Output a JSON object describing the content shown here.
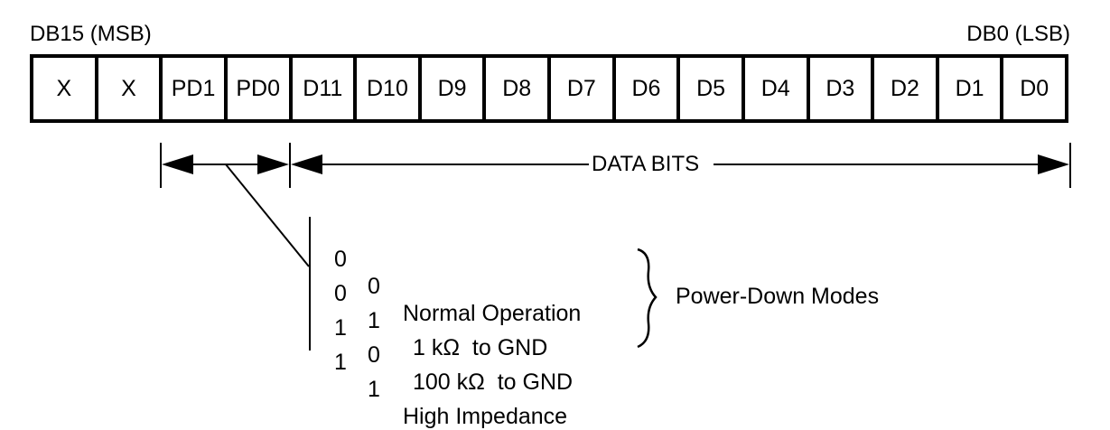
{
  "msb_label": "DB15 (MSB)",
  "lsb_label": "DB0 (LSB)",
  "bits": [
    "X",
    "X",
    "PD1",
    "PD0",
    "D11",
    "D10",
    "D9",
    "D8",
    "D7",
    "D6",
    "D5",
    "D4",
    "D3",
    "D2",
    "D1",
    "D0"
  ],
  "data_bits_label": "DATA BITS",
  "modes": [
    {
      "b1": "0",
      "b0": "0",
      "desc": "Normal Operation"
    },
    {
      "b1": "0",
      "b0": "1",
      "desc": "1 kΩ  to GND"
    },
    {
      "b1": "1",
      "b0": "0",
      "desc": "100 kΩ  to GND"
    },
    {
      "b1": "1",
      "b0": "1",
      "desc": "High Impedance"
    }
  ],
  "modes_group_label": "Power-Down Modes"
}
